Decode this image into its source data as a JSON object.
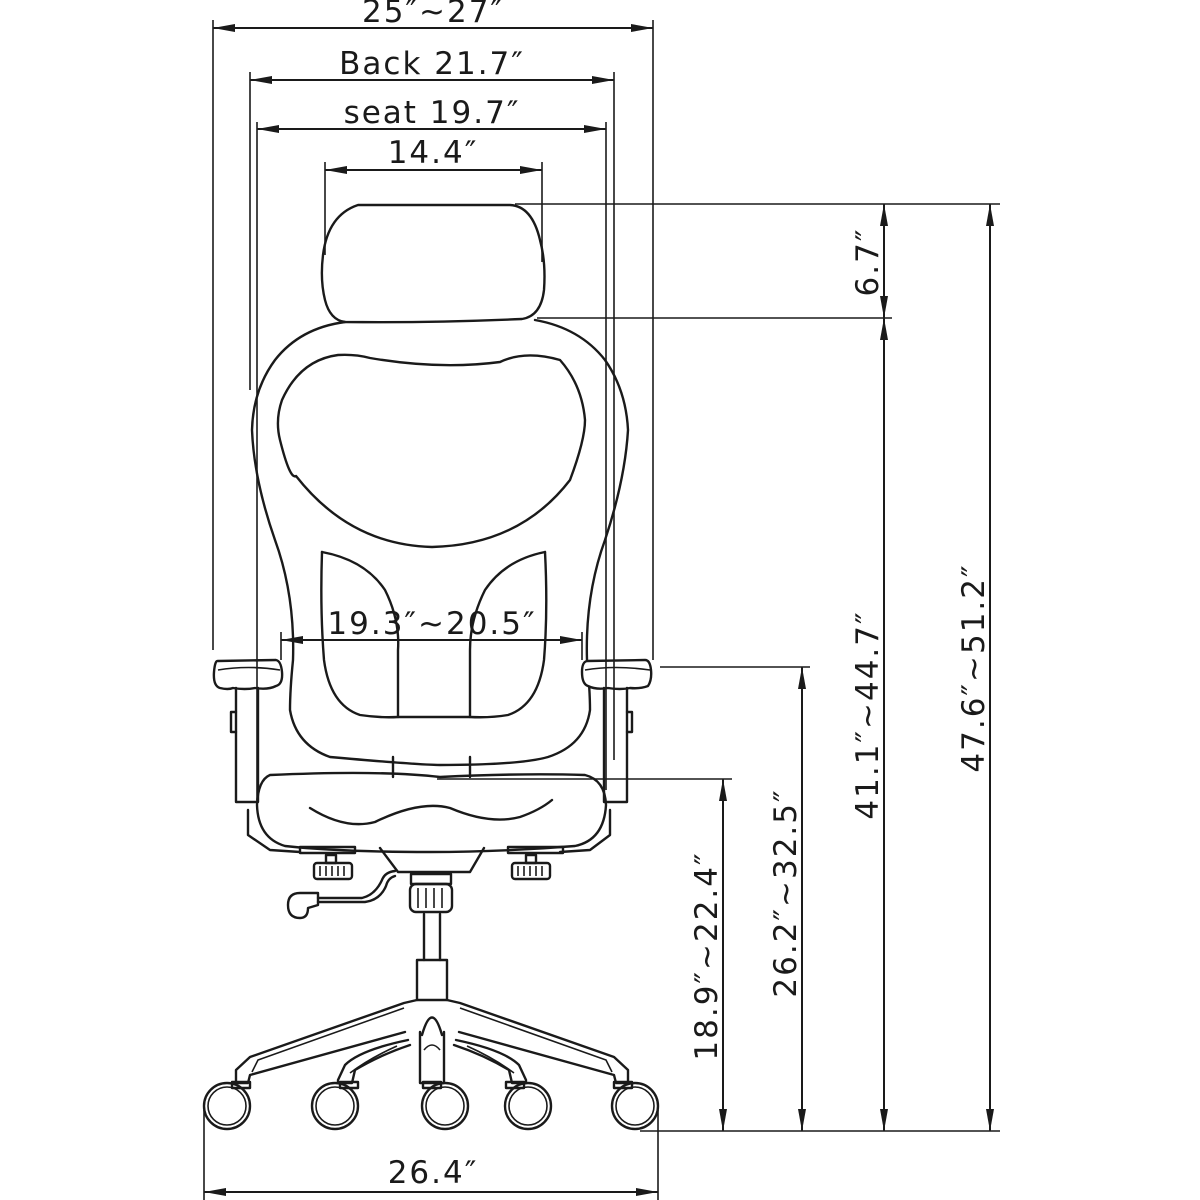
{
  "drawing": {
    "subject": "High-back office chair, front view dimension drawing",
    "units": "inches",
    "line_color": "#1a1a1a",
    "background": "#ffffff"
  },
  "dimensions": {
    "overall_width": {
      "label": "25″~27″"
    },
    "back_width": {
      "label": "Back 21.7″"
    },
    "seat_width": {
      "label": "seat 19.7″"
    },
    "headrest_width": {
      "label": "14.4″"
    },
    "headrest_height": {
      "label": "6.7″"
    },
    "backrest_top_height": {
      "label": "41.1″~44.7″"
    },
    "overall_height": {
      "label": "47.6″~51.2″"
    },
    "armrest_inner_width": {
      "label": "19.3″~20.5″"
    },
    "armrest_height": {
      "label": "26.2″~32.5″"
    },
    "seat_height": {
      "label": "18.9″~22.4″"
    },
    "base_width": {
      "label": "26.4″"
    }
  }
}
